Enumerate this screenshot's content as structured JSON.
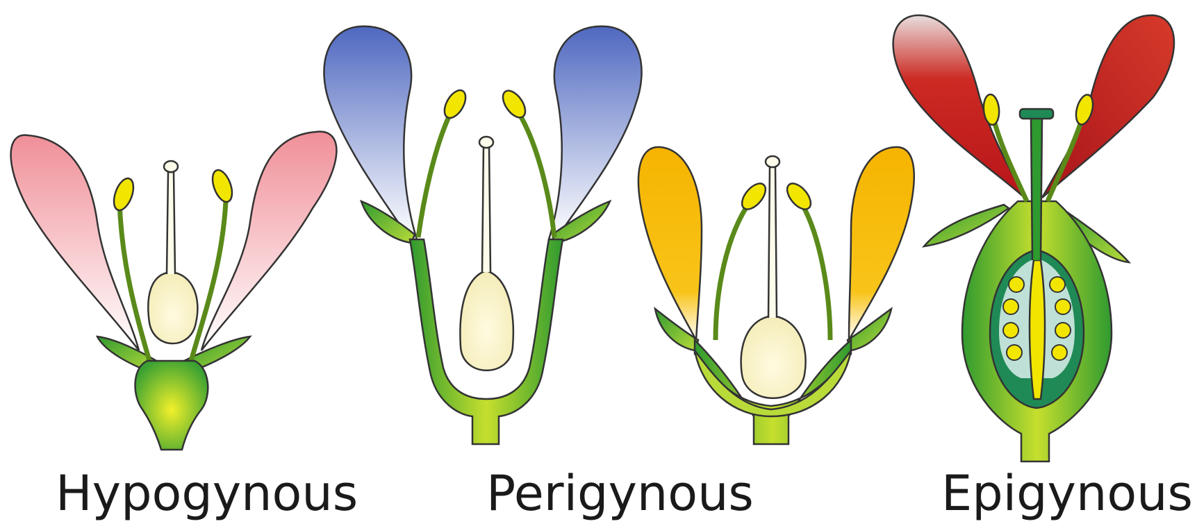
{
  "labels": {
    "hypogynous": "Hypogynous",
    "perigynous": "Perigynous",
    "epigynous": "Epigynous"
  },
  "colors": {
    "hypogynous_petal": "#f2a3a8",
    "perigynous_petal_blue": "#5a73c4",
    "perigynous_petal_yellow": "#f5b800",
    "epigynous_petal": "#c9221c",
    "green_dark": "#2f9a2f",
    "green_light": "#b8d92a",
    "ovary": "#fbf6d2",
    "anther": "#f2e600",
    "outline": "#333333"
  }
}
